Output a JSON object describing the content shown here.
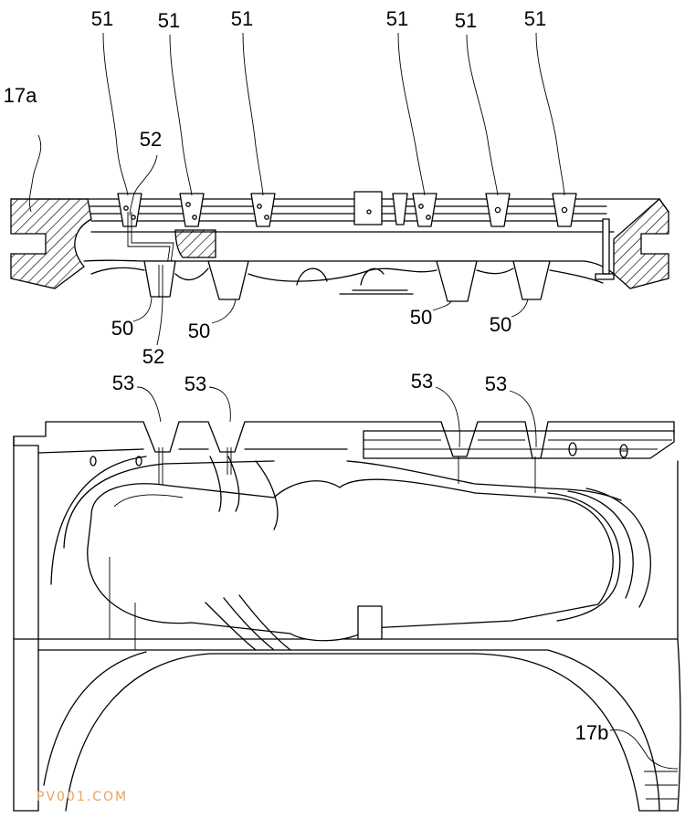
{
  "callouts": {
    "r51_1": "51",
    "r51_2": "51",
    "r51_3": "51",
    "r51_4": "51",
    "r51_5": "51",
    "r51_6": "51",
    "r17a": "17a",
    "r52_upper": "52",
    "r52_lower": "52",
    "r50_1": "50",
    "r50_2": "50",
    "r50_3": "50",
    "r50_4": "50",
    "r53_1": "53",
    "r53_2": "53",
    "r53_3": "53",
    "r53_4": "53",
    "r17b": "17b"
  },
  "watermark": {
    "text": "PV001.COM",
    "color": "#e8a160"
  },
  "colors": {
    "line": "#000000",
    "background": "#ffffff"
  }
}
